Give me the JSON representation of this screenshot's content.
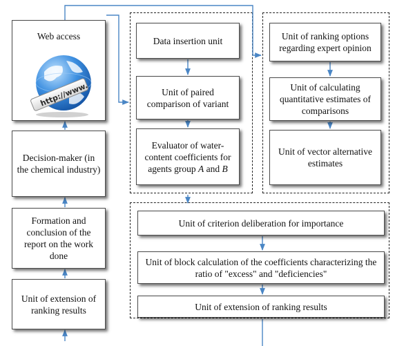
{
  "colors": {
    "arrow": "#4a86c5",
    "box_border": "#4a4a4a",
    "dashed": "#222222",
    "globe": "#2a74c9"
  },
  "left_column": {
    "web_access": {
      "label": "Web access",
      "icon": "globe-http-icon",
      "icon_text": "http://www."
    },
    "decision_maker": "Decision-maker (in the chemical industry)",
    "formation": "Formation and conclusion of the report on the work done",
    "extension": "Unit of extension of ranking results"
  },
  "group_a": {
    "data_insertion": "Data insertion unit",
    "paired_comparison": "Unit of paired comparison of variant",
    "evaluator_prefix": "Evaluator of water-content coefficients for agents group ",
    "evaluator_var_a": "A",
    "evaluator_and": " and ",
    "evaluator_var_b": "B"
  },
  "group_b": {
    "ranking_options": "Unit of ranking options regarding expert opinion",
    "calc_quantitative": "Unit of calculating quantitative estimates of comparisons",
    "vector_estimates": "Unit of vector alternative estimates"
  },
  "group_c": {
    "criterion": "Unit of criterion deliberation for importance",
    "block_calc": "Unit of block calculation of the coefficients characterizing the ratio of \"excess\" and \"deficiencies\"",
    "extension": "Unit of extension of ranking results"
  }
}
